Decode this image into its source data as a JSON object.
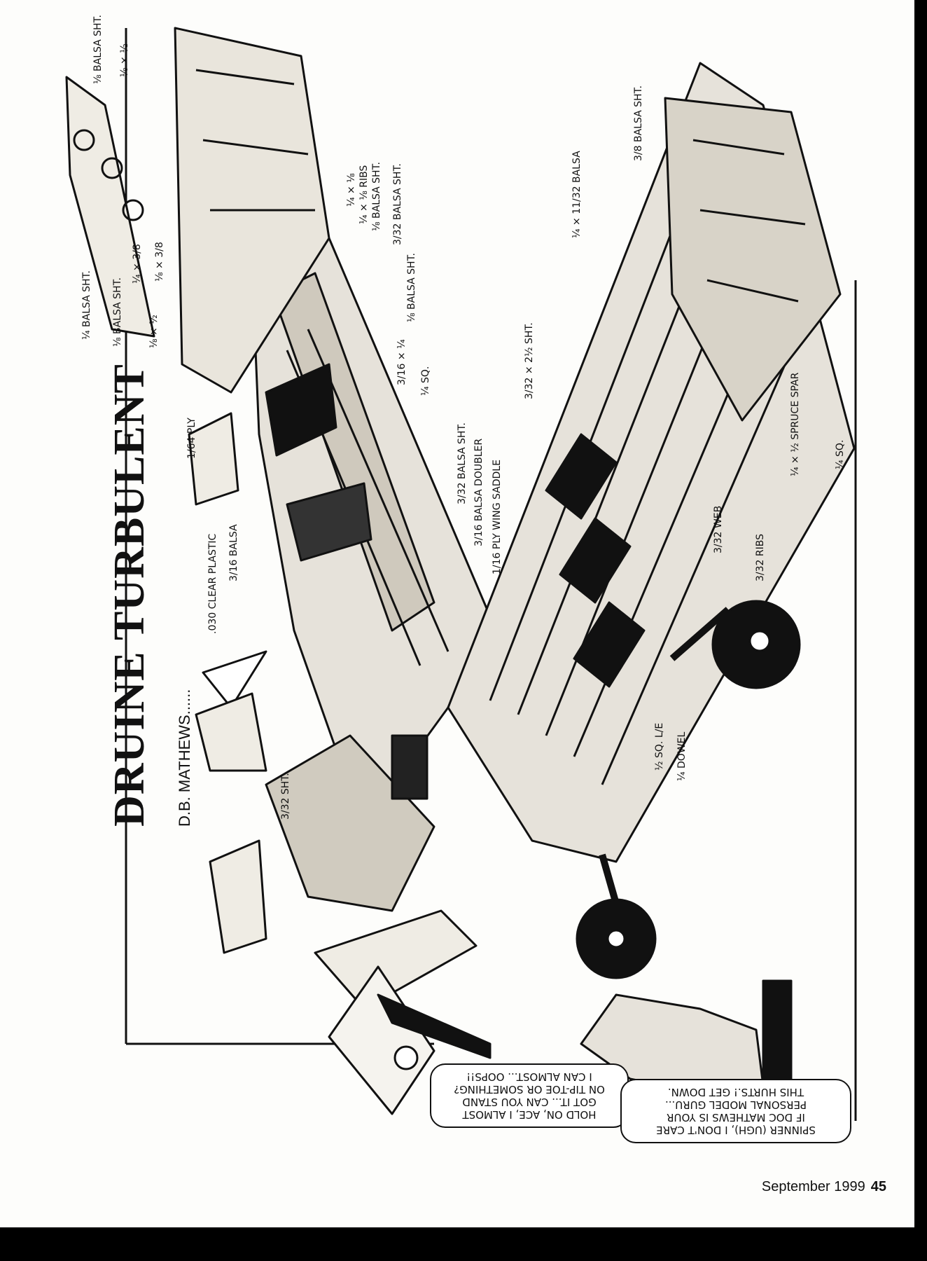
{
  "article": {
    "title": "DRUINE TURBULENT",
    "byline": "D.B. MATHEWS......"
  },
  "labels": [
    "⅛ BALSA SHT.",
    "⅛ × ½",
    "¼ × ⅛",
    "¼ × ⅛ RIBS",
    "⅛ BALSA SHT.",
    "3/32 BALSA SHT.",
    "¼ × 3/8",
    "⅛ × 3/8",
    "⅛ × ½",
    "¼ BALSA SHT.",
    "⅛ BALSA SHT.",
    "⅛ BALSA SHT.",
    "3/16 × ¼",
    "¼ SQ.",
    "3/32 BALSA SHT.",
    "3/16 BALSA DOUBLER",
    "1/16 PLY WING SADDLE",
    "1/64 PLY",
    "3/16 BALSA",
    ".030 CLEAR PLASTIC",
    "3/32 SHT.",
    "3/8 BALSA SHT.",
    "¼ × 11/32 BALSA",
    "3/32 × 2½ SHT.",
    "¼ × ½ SPRUCE SPAR",
    "¼ SQ.",
    "3/32 WEB",
    "3/32 RIBS",
    "½ SQ. L/E",
    "¼ DOWEL"
  ],
  "speech": {
    "ace": [
      "HOLD ON, ACE, I ALMOST",
      "GOT IT... CAN YOU STAND",
      "ON TIP-TOE OR SOMETHING?",
      "I CAN ALMOST... OOPS!!"
    ],
    "guru": [
      "SPINNER (UGH), I DON'T CARE",
      "IF DOC MATHEWS IS YOUR",
      "PERSONAL MODEL GURU...",
      "THIS HURTS.! GET DOWN."
    ]
  },
  "footer": {
    "month": "September 1999",
    "page": "45"
  }
}
